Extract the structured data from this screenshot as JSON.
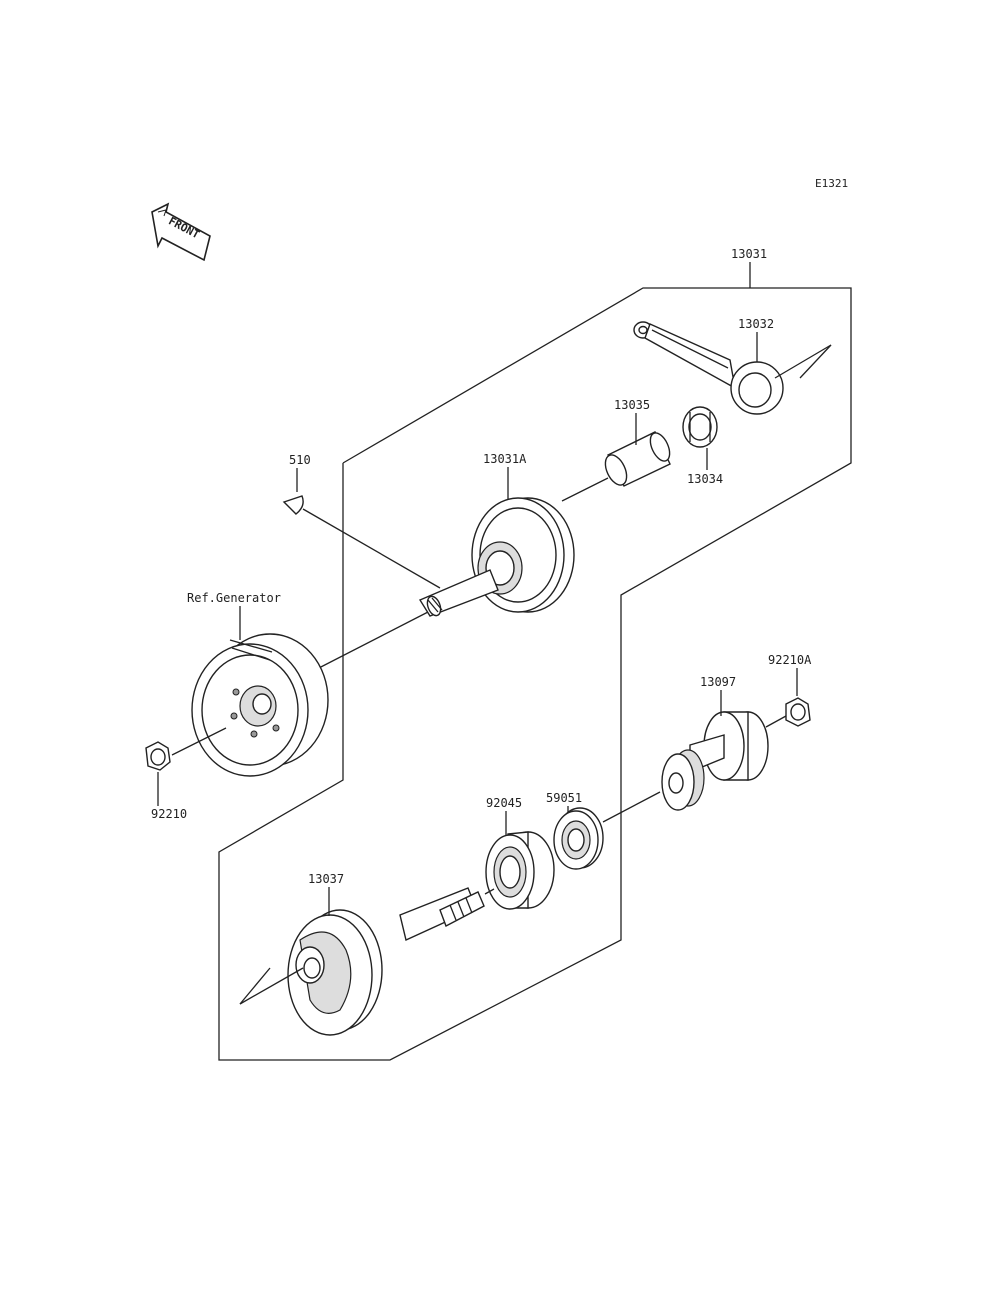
{
  "diagram_code": "E1321",
  "front_badge": "FRONT",
  "labels": {
    "p13031": "13031",
    "p13032": "13032",
    "p13035": "13035",
    "p13034": "13034",
    "p13031A": "13031A",
    "p510": "510",
    "ref_generator": "Ref.Generator",
    "p92210": "92210",
    "p92210A": "92210A",
    "p13097": "13097",
    "p59051": "59051",
    "p92045": "92045",
    "p13037": "13037"
  }
}
